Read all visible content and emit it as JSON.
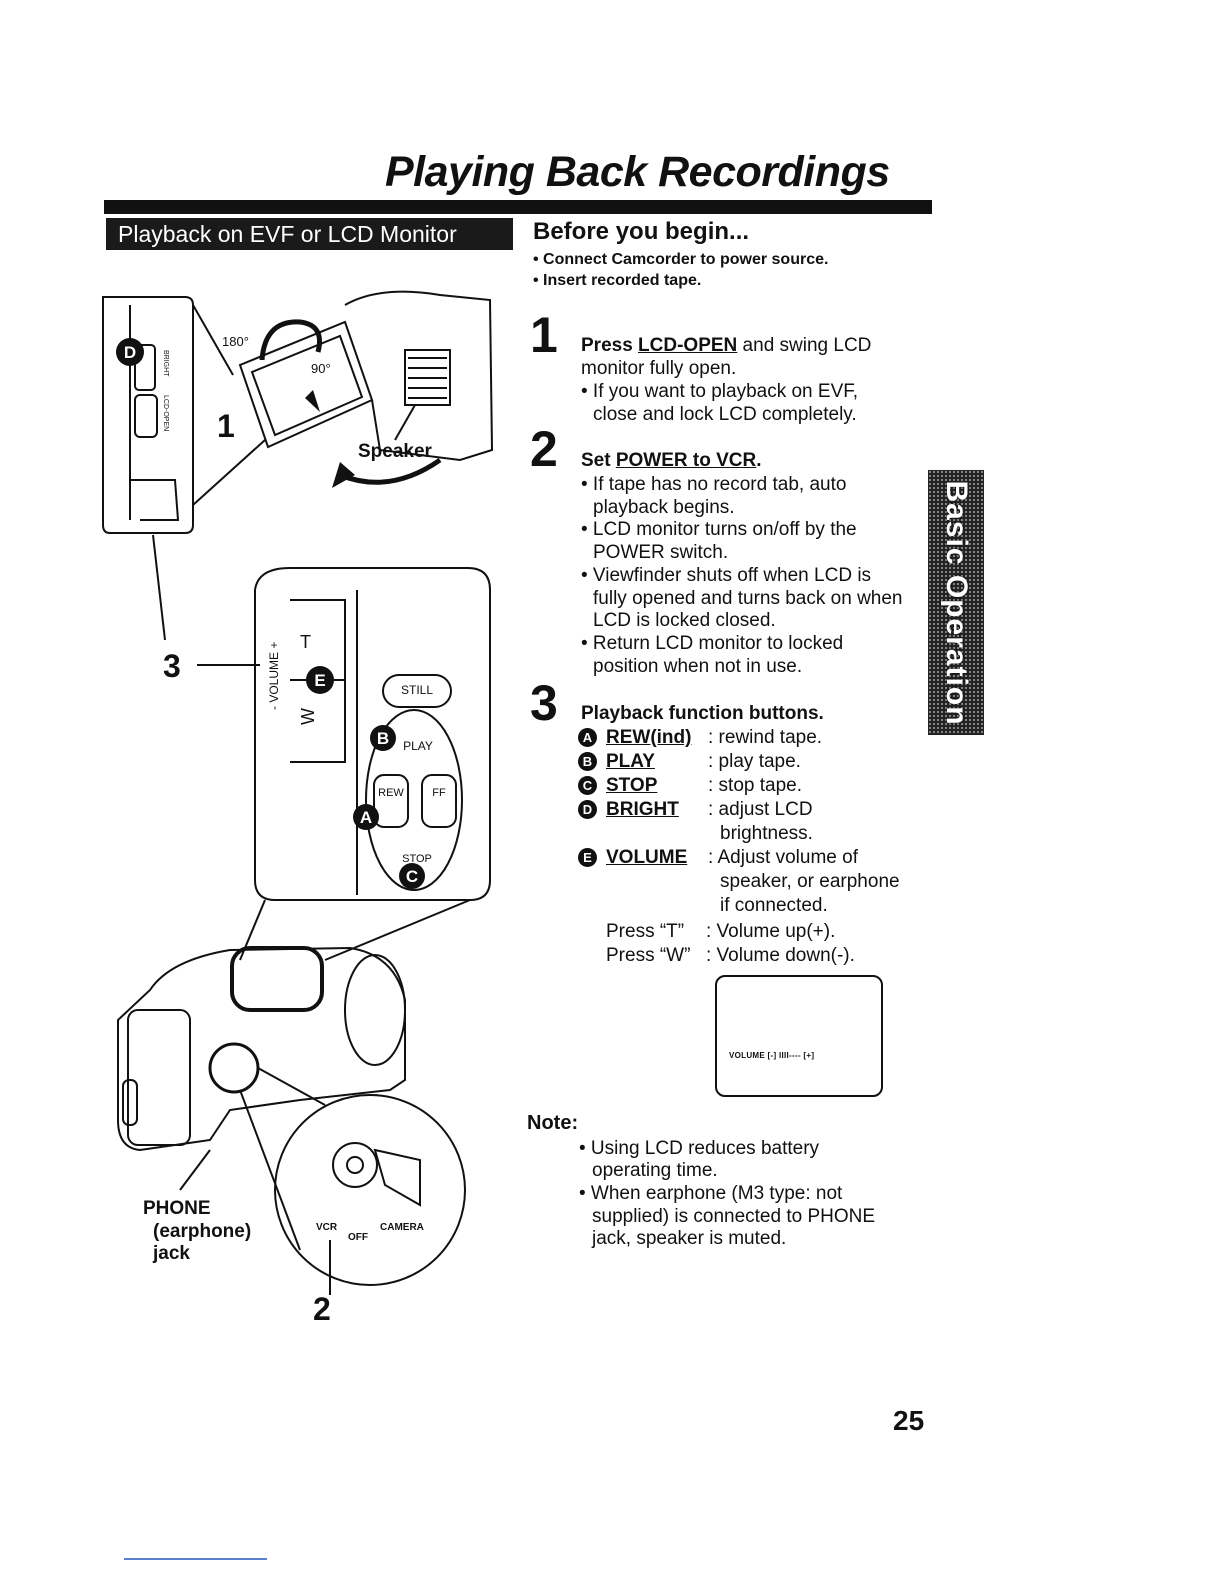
{
  "page": {
    "title": "Playing Back Recordings",
    "banner": "Playback on EVF or LCD Monitor",
    "side_tab": "Basic Operation",
    "page_number": "25"
  },
  "before": {
    "heading": "Before you begin...",
    "bullets": [
      "• Connect Camcorder to power source.",
      "• Insert recorded tape."
    ]
  },
  "steps": [
    {
      "number": "1",
      "heading_pre": "Press ",
      "heading_key": "LCD-OPEN",
      "heading_post": " and swing LCD",
      "lines": [
        "monitor fully open.",
        "• If you want to playback on EVF,",
        "close and lock LCD completely."
      ]
    },
    {
      "number": "2",
      "heading_pre": "Set ",
      "heading_key": "POWER to VCR",
      "heading_post": ".",
      "lines": [
        "• If tape has no record tab, auto",
        "playback begins.",
        "• LCD monitor turns on/off by the",
        "POWER switch.",
        "• Viewfinder shuts off when LCD is",
        "fully opened and turns back on when",
        "LCD is locked closed.",
        "• Return LCD monitor to locked",
        "position when not in use."
      ]
    },
    {
      "number": "3",
      "heading": "Playback function buttons."
    }
  ],
  "functions": [
    {
      "letter": "A",
      "name": "REW(ind)",
      "desc": ": rewind tape."
    },
    {
      "letter": "B",
      "name": "PLAY",
      "desc": ": play tape."
    },
    {
      "letter": "C",
      "name": "STOP",
      "desc": ": stop tape."
    },
    {
      "letter": "D",
      "name": "BRIGHT",
      "desc": ": adjust LCD"
    },
    {
      "letter": "",
      "name": "",
      "desc": "brightness."
    },
    {
      "letter": "E",
      "name": "VOLUME",
      "desc": ": Adjust volume of"
    },
    {
      "letter": "",
      "name": "",
      "desc": "speaker, or earphone"
    },
    {
      "letter": "",
      "name": "",
      "desc": "if connected."
    }
  ],
  "press": [
    {
      "key": "Press “T”",
      "desc": ": Volume up(+)."
    },
    {
      "key": "Press “W”",
      "desc": ": Volume down(-)."
    }
  ],
  "volume_display": "VOLUME [-] IIII---- [+]",
  "note": {
    "heading": "Note:",
    "lines": [
      "• Using LCD reduces battery",
      "operating time.",
      "• When earphone (M3 type: not",
      "supplied) is connected to PHONE",
      "jack, speaker is muted."
    ]
  },
  "illustration": {
    "label_180": "180°",
    "label_90": "90°",
    "speaker": "Speaker",
    "callout_1": "1",
    "callout_2": "2",
    "callout_3": "3",
    "bright": "BRIGHT",
    "lcd_open": "LCD-OPEN",
    "volume": "- VOLUME +",
    "t": "T",
    "w": "W",
    "still": "STILL",
    "play": "PLAY",
    "rew": "REW",
    "ff": "FF",
    "stop": "STOP",
    "phone": [
      "PHONE",
      "(earphone)",
      "jack"
    ],
    "vcr": "VCR",
    "off": "OFF",
    "camera": "CAMERA",
    "letters": {
      "a": "A",
      "b": "B",
      "c": "C",
      "d": "D",
      "e": "E"
    }
  }
}
